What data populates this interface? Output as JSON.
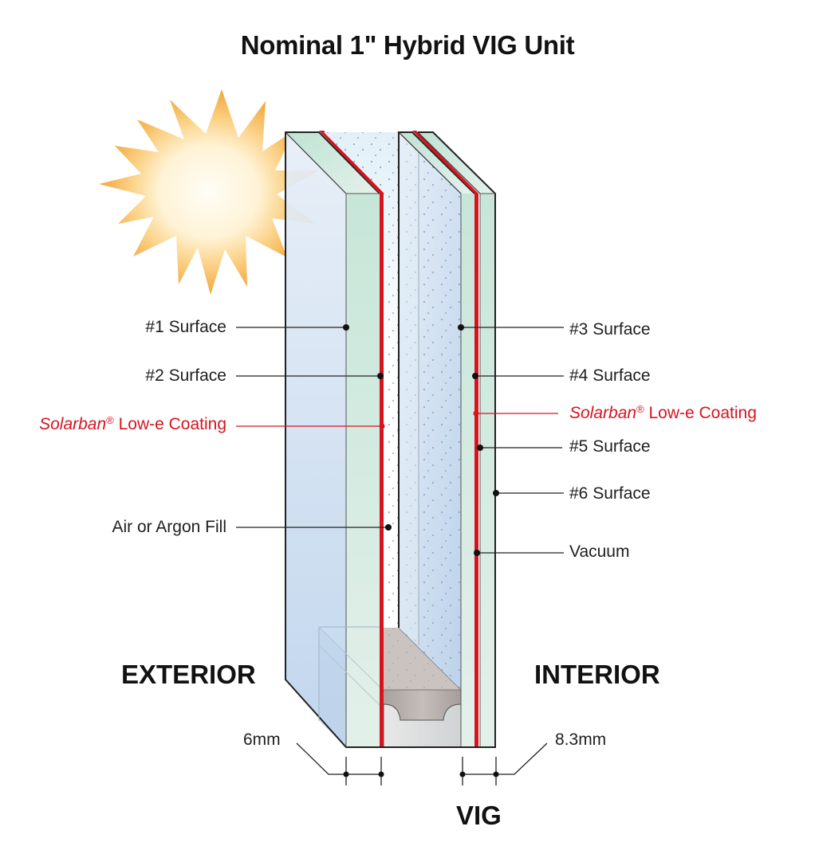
{
  "title": "Nominal 1\" Hybrid VIG Unit",
  "sides": {
    "exterior": "EXTERIOR",
    "interior": "INTERIOR"
  },
  "labels_left": [
    {
      "id": "surface1",
      "text": "#1 Surface"
    },
    {
      "id": "surface2",
      "text": "#2 Surface"
    },
    {
      "id": "coating_left",
      "brand": "Solarban",
      "reg": "®",
      "text": " Low-e Coating"
    },
    {
      "id": "fill",
      "text": "Air or Argon Fill"
    }
  ],
  "labels_right": [
    {
      "id": "surface3",
      "text": "#3 Surface"
    },
    {
      "id": "surface4",
      "text": "#4 Surface"
    },
    {
      "id": "coating_right",
      "brand": "Solarban",
      "reg": "®",
      "text": " Low-e Coating"
    },
    {
      "id": "surface5",
      "text": "#5 Surface"
    },
    {
      "id": "surface6",
      "text": "#6 Surface"
    },
    {
      "id": "vacuum",
      "text": "Vacuum"
    }
  ],
  "dimensions": {
    "outer_lite": "6mm",
    "vig": "8.3mm",
    "vig_label": "VIG"
  },
  "colors": {
    "coating_red": "#d7141e",
    "glass_blue": "#c9dcef",
    "glass_green": "#cfe7dc",
    "spacer_gray": "#b5aca8",
    "sun_orange": "#f2a63a"
  }
}
